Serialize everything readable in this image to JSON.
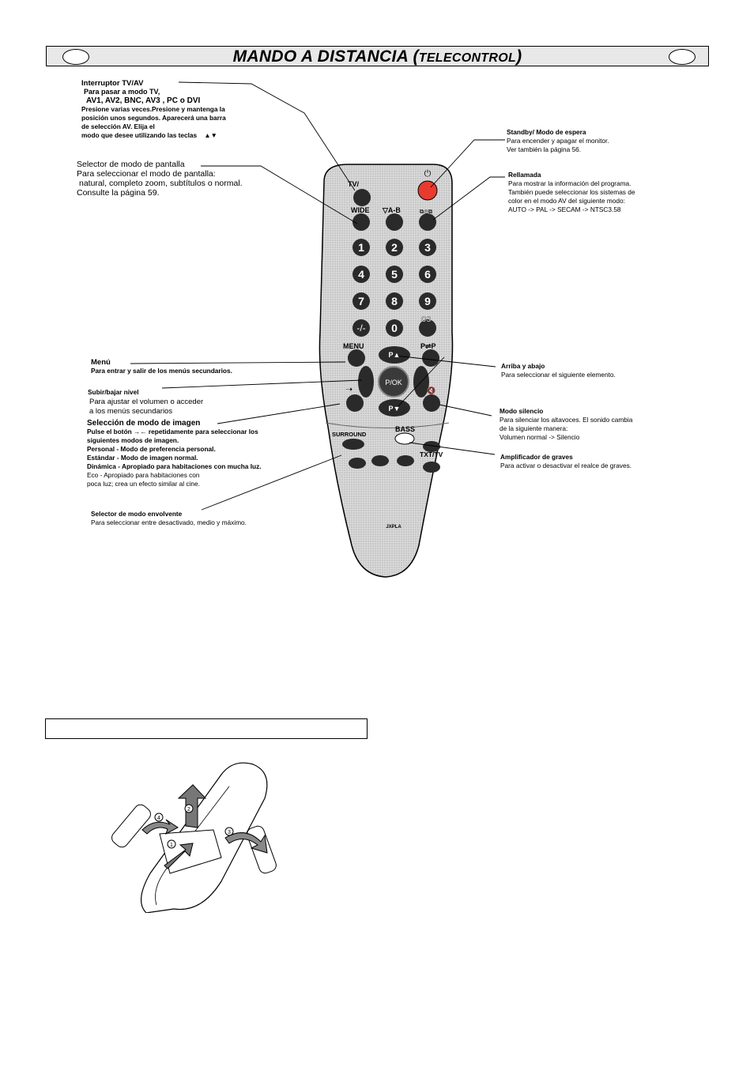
{
  "title": {
    "main": "MANDO A DISTANCIA (",
    "small": "TELECONTROL",
    "end": ")"
  },
  "callouts": {
    "tvav": {
      "l1": "Interruptor TV/AV",
      "l2": "Para pasar a modo TV,",
      "l3": "AV1, AV2, BNC, AV3 , PC o DVI",
      "l4": "Presione varias veces.Presione y mantenga la",
      "l5": "posición unos segundos. Aparecerá una barra",
      "l6": "de selección AV. Elija el",
      "l7": "modo que desee utilizando las teclas",
      "l7b": "▲▼"
    },
    "screen": {
      "l1": "Selector de modo de pantalla",
      "l2": "Para seleccionar el modo de pantalla:",
      "l3": "natural, completo zoom, subtítulos o normal.",
      "l4": "Consulte la página 59."
    },
    "standby": {
      "title": "Standby/ Modo de espera",
      "l1": "Para encender y apagar el monitor.",
      "l2": "Ver también la página 56."
    },
    "recall": {
      "title": "Rellamada",
      "l1": "Para mostrar la información del programa.",
      "l2": "También puede seleccionar los sistemas de",
      "l3": "color en el modo AV del siguiente modo:",
      "l4": "AUTO -> PAL -> SECAM -> NTSC3.58"
    },
    "menu": {
      "title": "Menú",
      "l1": "Para entrar y salir de los menús secundarios."
    },
    "volume": {
      "title": "Subir/bajar nivel",
      "l1": "Para ajustar el volumen o acceder",
      "l2": "a los menús secundarios"
    },
    "picture": {
      "title": "Selección de modo de imagen",
      "l1": "Pulse el botón",
      "l1b": "repetidamente para seleccionar los",
      "l2": "siguientes modos de imagen.",
      "p_b": "Personal",
      "p_t": " - Modo de preferencia personal.",
      "s_b": "Estándar",
      "s_t": " - Modo de imagen normal.",
      "d_b": "Dinámica",
      "d_t": " - Apropiado para habitaciones con mucha luz.",
      "e_b": "Eco",
      "e_t": " - Apropiado para habitaciones con",
      "e_l2": "poca luz; crea un efecto similar al cine."
    },
    "surround": {
      "title": "Selector de modo envolvente",
      "l1": "Para seleccionar entre desactivado, medio y máximo."
    },
    "updown": {
      "title": "Arriba y abajo",
      "l1": "Para seleccionar el siguiente elemento."
    },
    "mute": {
      "title": "Modo silencio",
      "l1": "Para silenciar los altavoces. El sonido cambia",
      "l2": "de la siguiente manera:",
      "l3": "Volumen normal -> Silencio"
    },
    "bass": {
      "title": "Amplificador de graves",
      "l1": "Para activar o desactivar el realce de graves."
    }
  },
  "remote": {
    "top_labels": {
      "tvav": "TV/",
      "wide": "WIDE",
      "ab": "▽A-B"
    },
    "digits": [
      "1",
      "2",
      "3",
      "4",
      "5",
      "6",
      "7",
      "8",
      "9",
      "0"
    ],
    "cs": "CS",
    "menu": "MENU",
    "pp": "P⇌P",
    "pup": "P▲",
    "pdown": "P▼",
    "ok": "P/OK",
    "surround": "SURROUND",
    "bass": "BASS",
    "txt": "TXT/TV",
    "brand": "JXPLA"
  },
  "battery": {
    "steps": [
      "1",
      "2",
      "3",
      "4"
    ]
  }
}
